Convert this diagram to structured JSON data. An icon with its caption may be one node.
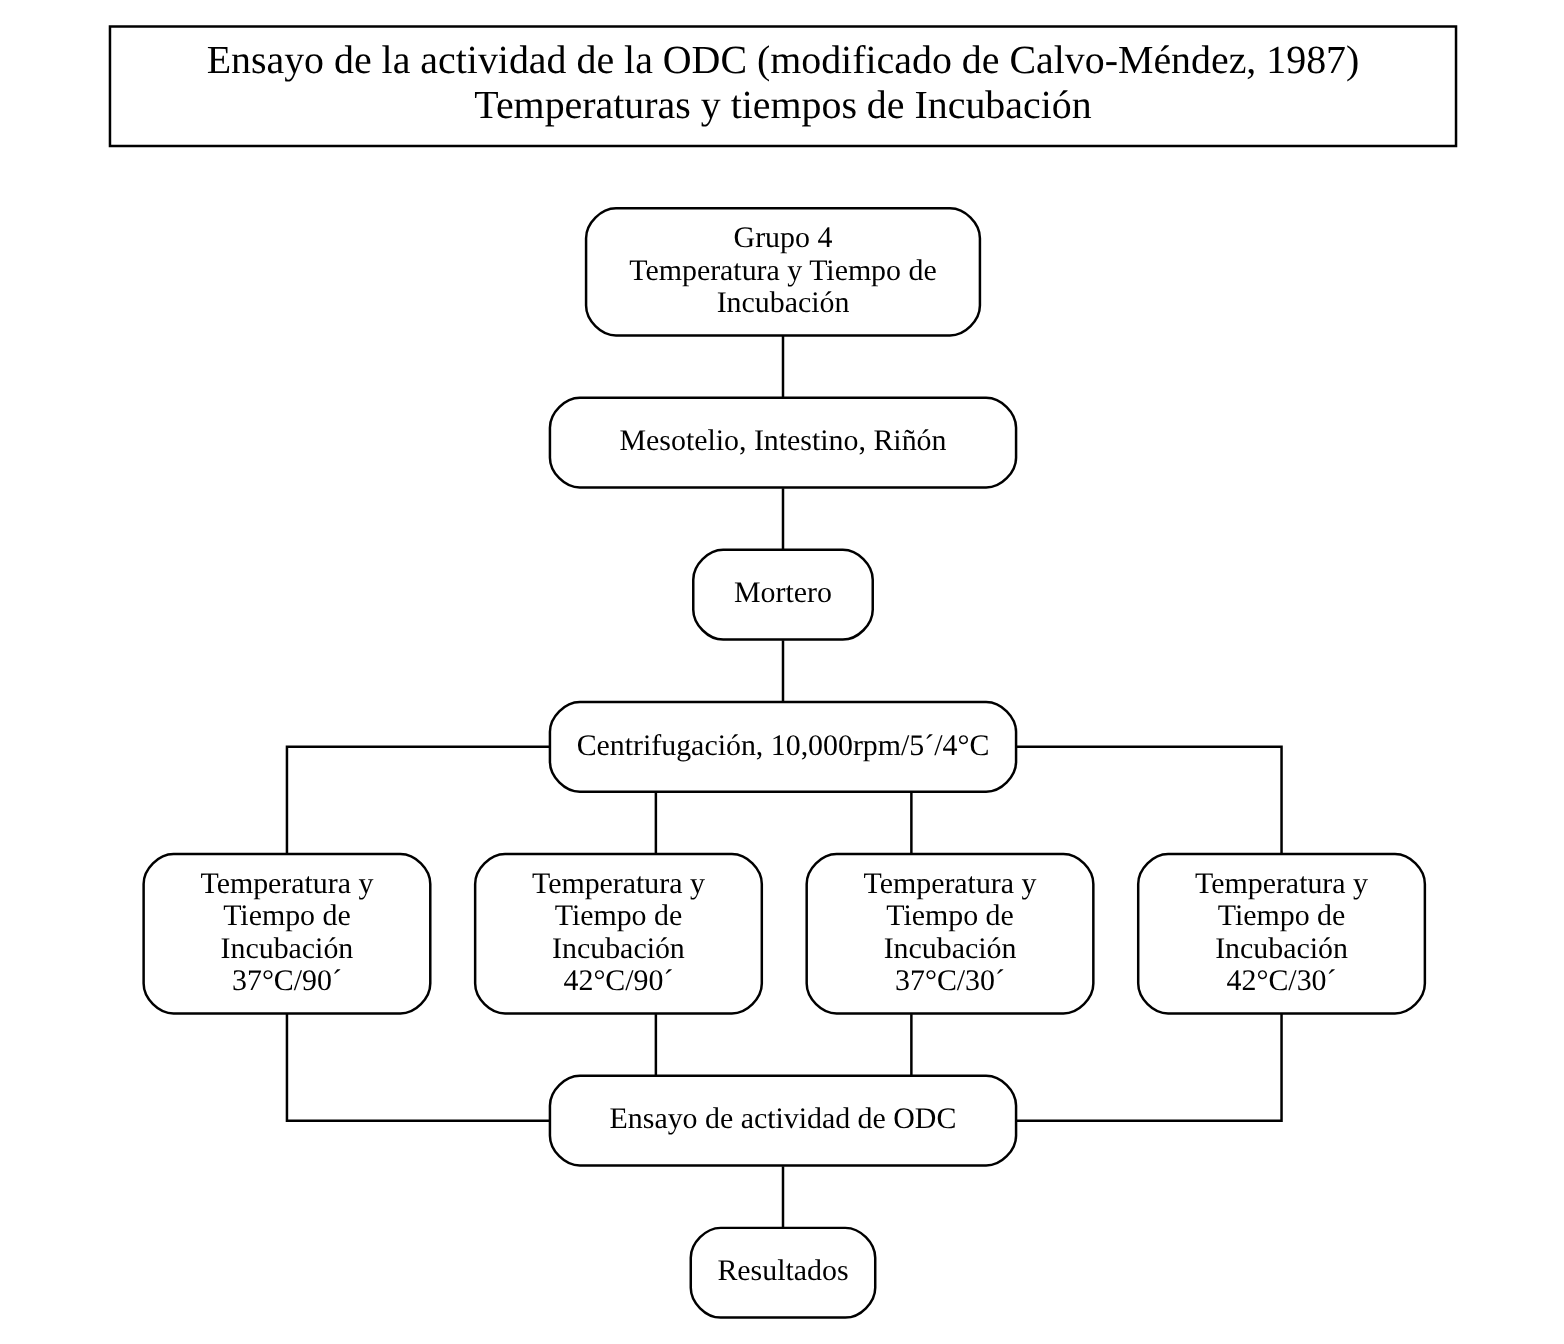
{
  "diagram": {
    "nodes": [
      {
        "text": [
          "Ensayo de la actividad de la ODC (modificado de Calvo-Méndez, 1987)",
          "Temperaturas y tiempos de Incubación"
        ]
      },
      {
        "text": [
          "Grupo 4",
          "Temperatura y Tiempo de Incubación"
        ]
      },
      {
        "text": [
          "Mesotelio, Intestino, Riñón"
        ]
      },
      {
        "text": [
          "Mortero"
        ]
      },
      {
        "text": [
          "Centrifugación, 10,000rpm/5´/4°C"
        ]
      },
      {
        "text": [
          "Temperatura y Tiempo de Incubación",
          "37°C/90´"
        ]
      },
      {
        "text": [
          "Temperatura y Tiempo de Incubación",
          "42°C/90´"
        ]
      },
      {
        "text": [
          "Temperatura y Tiempo de Incubación",
          "37°C/30´"
        ]
      },
      {
        "text": [
          "Temperatura y Tiempo de Incubación",
          "42°C/30´"
        ]
      },
      {
        "text": [
          "Ensayo de actividad de ODC"
        ]
      },
      {
        "text": [
          "Resultados"
        ]
      }
    ],
    "edges": [
      {
        "from": 1,
        "to": 2,
        "arrow": "none"
      },
      {
        "from": 2,
        "to": 3,
        "arrow": "none"
      },
      {
        "from": 3,
        "to": 4,
        "arrow": "none"
      },
      {
        "from": 4,
        "to": 5,
        "arrow": "none"
      },
      {
        "from": 4,
        "to": 6,
        "arrow": "none"
      },
      {
        "from": 4,
        "to": 7,
        "arrow": "none"
      },
      {
        "from": 4,
        "to": 8,
        "arrow": "none"
      },
      {
        "from": 5,
        "to": 9,
        "arrow": "none"
      },
      {
        "from": 6,
        "to": 9,
        "arrow": "none"
      },
      {
        "from": 7,
        "to": 9,
        "arrow": "none"
      },
      {
        "from": 8,
        "to": 9,
        "arrow": "none"
      },
      {
        "from": 9,
        "to": 10,
        "arrow": "none"
      }
    ]
  }
}
